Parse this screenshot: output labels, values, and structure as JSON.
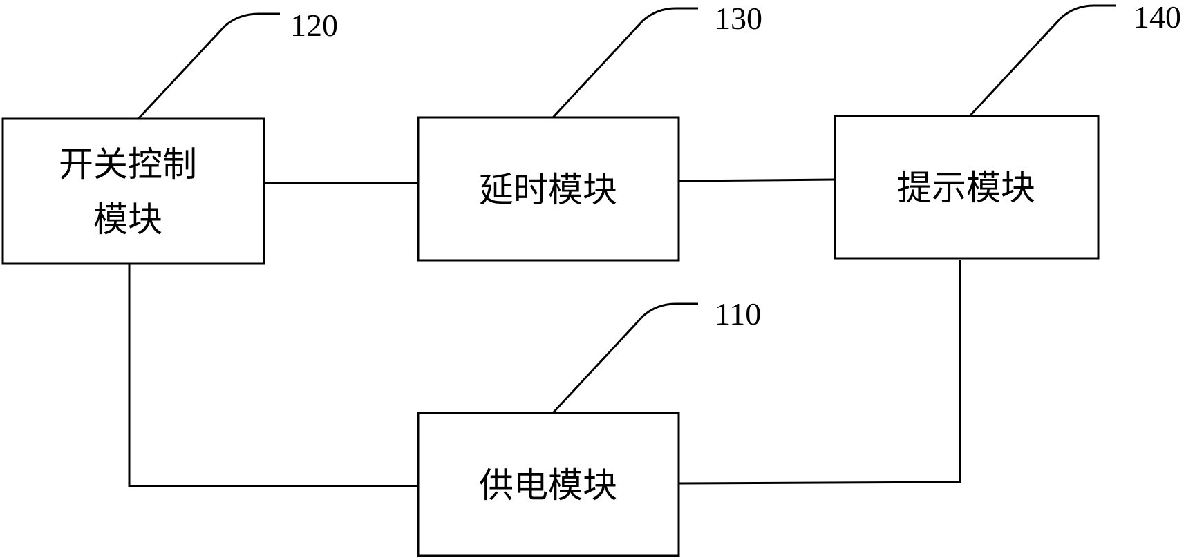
{
  "modules": {
    "switch_control": {
      "line1": "开关控制",
      "line2": "模块",
      "ref": "120"
    },
    "delay": {
      "label": "延时模块",
      "ref": "130"
    },
    "prompt": {
      "label": "提示模块",
      "ref": "140"
    },
    "power_supply": {
      "label": "供电模块",
      "ref": "110"
    }
  }
}
